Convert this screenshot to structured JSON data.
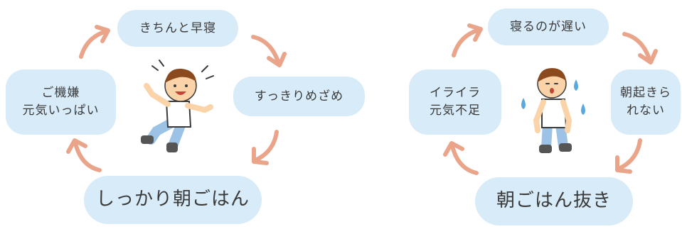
{
  "good_cycle": {
    "top": "きちんと早寝",
    "right": "すっきりめざめ",
    "left_line1": "ご機嫌",
    "left_line2": "元気いっぱい",
    "bottom": "しっかり朝ごはん"
  },
  "bad_cycle": {
    "top": "寝るのが遅い",
    "right_line1": "朝起きら",
    "right_line2": "れない",
    "left_line1": "イライラ",
    "left_line2": "元気不足",
    "bottom": "朝ごはん抜き"
  },
  "colors": {
    "bubble": "#d8ebf8",
    "arrow": "#e9a48a",
    "text": "#3a3a3a",
    "hair": "#8a4a1e",
    "skin": "#fbd3a8",
    "pants": "#9cc3e6",
    "drop": "#5aa9de"
  },
  "icons": {
    "arrow": "curved-arrow-icon",
    "happy_figure": "happy-jumping-child",
    "tired_figure": "tired-child-with-sweat-drops"
  }
}
